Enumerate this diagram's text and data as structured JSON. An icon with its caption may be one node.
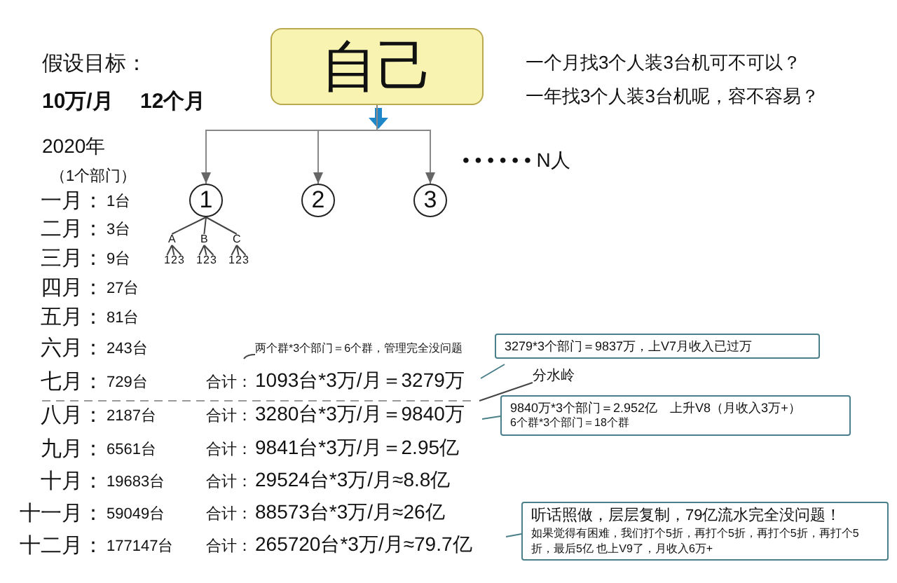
{
  "diagram": {
    "nodes": [
      {
        "text": [
          "自己"
        ]
      },
      {
        "text": [
          "1"
        ]
      },
      {
        "text": [
          "2"
        ]
      },
      {
        "text": [
          "3"
        ]
      },
      {
        "text": [
          "A"
        ]
      },
      {
        "text": [
          "B"
        ]
      },
      {
        "text": [
          "C"
        ]
      },
      {
        "text": [
          "1"
        ]
      },
      {
        "text": [
          "2"
        ]
      },
      {
        "text": [
          "3"
        ]
      },
      {
        "text": [
          "1"
        ]
      },
      {
        "text": [
          "2"
        ]
      },
      {
        "text": [
          "3"
        ]
      },
      {
        "text": [
          "1"
        ]
      },
      {
        "text": [
          "2"
        ]
      },
      {
        "text": [
          "3"
        ]
      },
      {
        "text": [
          "两个群*3个部门＝6个群，管理完全没问题"
        ]
      },
      {
        "text": [
          "分水岭"
        ]
      },
      {
        "text": [
          "3279*3个部门＝9837万，上V7月收入已过万"
        ]
      },
      {
        "text": [
          "9840万*3个部门＝2.952亿　上升V8（月收入3万+）",
          "6个群*3个部门＝18个群"
        ]
      },
      {
        "text": [
          "听话照做，层层复制，79亿流水完全没问题！",
          "如果觉得有困难，我们打个5折，再打个5折，再打个5折，再打个5折，最后5亿 也上V9了，月收入6万+"
        ]
      }
    ],
    "edges": [
      {
        "from": 0,
        "to": 1,
        "arrow": "to"
      },
      {
        "from": 0,
        "to": 2,
        "arrow": "to"
      },
      {
        "from": 0,
        "to": 3,
        "arrow": "to"
      },
      {
        "from": 1,
        "to": 4,
        "arrow": "none"
      },
      {
        "from": 1,
        "to": 5,
        "arrow": "none"
      },
      {
        "from": 1,
        "to": 6,
        "arrow": "none"
      },
      {
        "from": 4,
        "to": 7,
        "arrow": "none"
      },
      {
        "from": 4,
        "to": 8,
        "arrow": "none"
      },
      {
        "from": 4,
        "to": 9,
        "arrow": "none"
      },
      {
        "from": 5,
        "to": 10,
        "arrow": "none"
      },
      {
        "from": 5,
        "to": 11,
        "arrow": "none"
      },
      {
        "from": 5,
        "to": 12,
        "arrow": "none"
      },
      {
        "from": 6,
        "to": 13,
        "arrow": "none"
      },
      {
        "from": 6,
        "to": 14,
        "arrow": "none"
      },
      {
        "from": 6,
        "to": 15,
        "arrow": "none"
      },
      {
        "from": 16,
        "to": null,
        "arrow": "none"
      },
      {
        "from": 17,
        "to": null,
        "arrow": "none"
      },
      {
        "from": 18,
        "to": null,
        "arrow": "none"
      },
      {
        "from": 19,
        "to": null,
        "arrow": "none"
      },
      {
        "from": 20,
        "to": null,
        "arrow": "none"
      }
    ],
    "labels": [
      "假设目标：",
      "10万/月",
      "12个月",
      "一个月找3个人装3台机可不可以？",
      "一年找3个人装3台机呢，容不容易？",
      "2020年",
      "（1个部门）",
      "• • •  • • • N人",
      "一月：",
      "1台",
      "二月：",
      "3台",
      "三月：",
      "9台",
      "四月：",
      "27台",
      "五月：",
      "81台",
      "六月：",
      "243台",
      "七月：",
      "729台",
      "合计：",
      "1093台*3万/月＝3279万",
      "八月：",
      "2187台",
      "合计：",
      "3280台*3万/月＝9840万",
      "九月：",
      "6561台",
      "合计：",
      "9841台*3万/月＝2.95亿",
      "十月：",
      "19683台",
      "合计：",
      "29524台*3万/月≈8.8亿",
      "十一月：",
      "59049台",
      "合计：",
      "88573台*3万/月≈26亿",
      "十二月：",
      "177147台",
      "合计：",
      "265720台*3万/月≈79.7亿"
    ]
  }
}
